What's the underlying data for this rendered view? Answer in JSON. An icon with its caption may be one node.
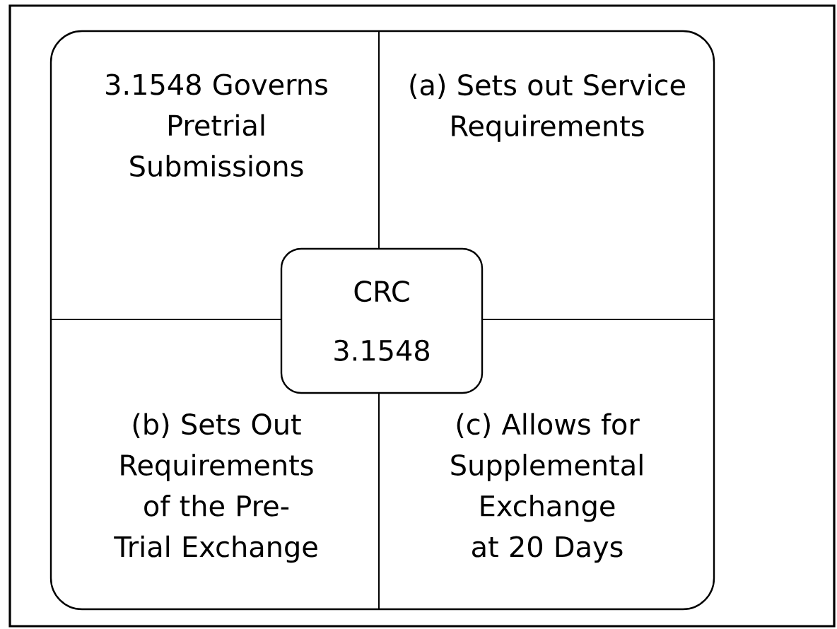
{
  "diagram": {
    "nodes": [
      {
        "text": [
          "3.1548 Governs Pretrial Submissions"
        ]
      },
      {
        "text": [
          "(a) Sets out Service Requirements"
        ]
      },
      {
        "text": [
          "CRC 3.1548"
        ]
      },
      {
        "text": [
          "(b) Sets Out Requirements of the Pre-Trial Exchange"
        ]
      },
      {
        "text": [
          "(c) Allows for Supplemental Exchange at 20 Days"
        ]
      }
    ]
  }
}
